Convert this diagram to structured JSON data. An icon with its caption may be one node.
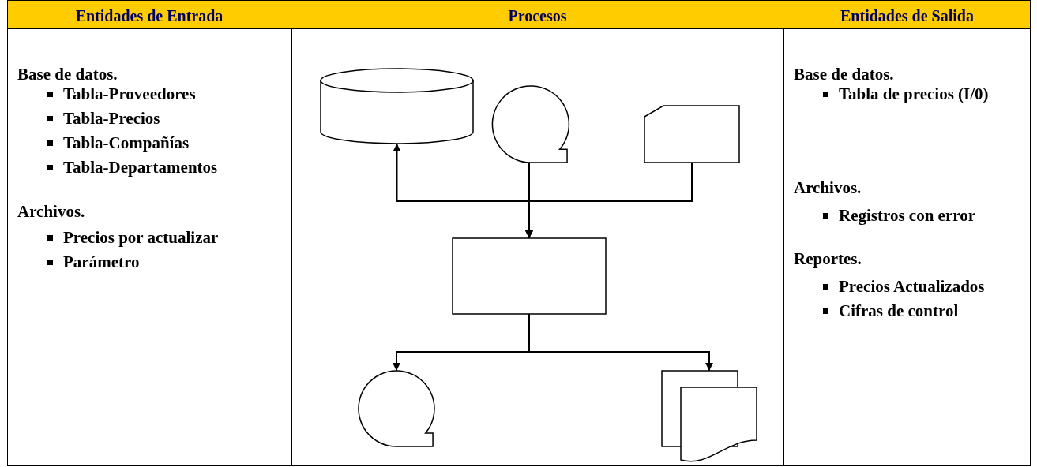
{
  "diagram": {
    "nodes": [
      {
        "text": [],
        "shape": "cylinder"
      },
      {
        "text": [],
        "shape": "tape"
      },
      {
        "text": [],
        "shape": "card"
      },
      {
        "text": [],
        "shape": "box"
      },
      {
        "text": [],
        "shape": "tape"
      },
      {
        "text": [],
        "shape": "document"
      }
    ],
    "edges": [
      {
        "from": 0,
        "to": 3,
        "arrow": "both"
      },
      {
        "from": 1,
        "to": 3,
        "arrow": "to"
      },
      {
        "from": 2,
        "to": 3,
        "arrow": "to"
      },
      {
        "from": 3,
        "to": 4,
        "arrow": "to"
      },
      {
        "from": 3,
        "to": 5,
        "arrow": "to"
      }
    ],
    "labels": [
      "Entidades de Entrada",
      "Procesos",
      "Entidades de Salida",
      "Base de datos.",
      "Tabla-Proveedores",
      "Tabla-Precios",
      "Tabla-Compañías",
      "Tabla-Departamentos",
      "Archivos.",
      "Precios por actualizar",
      "Parámetro",
      "Base de datos.",
      "Tabla de precios (I/0)",
      "Archivos.",
      "Registros con error",
      "Reportes.",
      "Precios Actualizados",
      "Cifras de control"
    ]
  }
}
